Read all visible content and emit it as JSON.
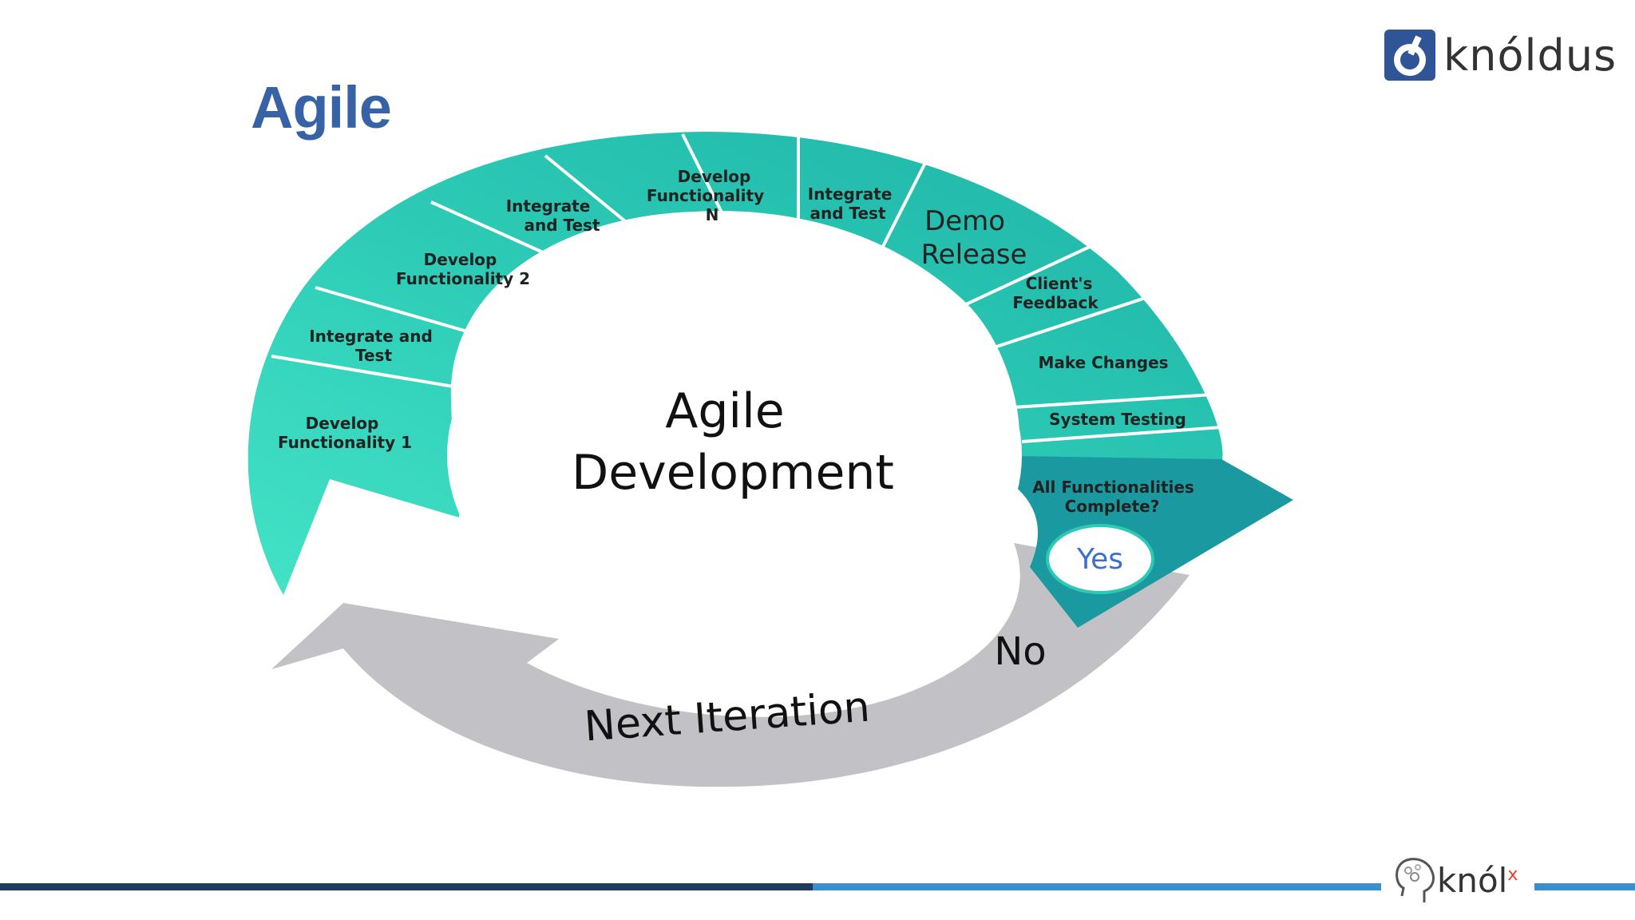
{
  "slide": {
    "title": "Agile"
  },
  "brand": {
    "name": "knóldus",
    "footer_name": "knól",
    "footer_sup": "x"
  },
  "diagram": {
    "center": [
      "Agile",
      "Development"
    ],
    "segments": [
      {
        "lines": [
          "Develop",
          "Functionality 1"
        ]
      },
      {
        "lines": [
          "Integrate and",
          "Test"
        ]
      },
      {
        "lines": [
          "Develop",
          "Functionality 2"
        ]
      },
      {
        "lines": [
          "Integrate",
          "and Test"
        ]
      },
      {
        "lines": [
          "Develop",
          "Functionality",
          "N"
        ]
      },
      {
        "lines": [
          "Integrate",
          "and Test"
        ]
      },
      {
        "lines": [
          "Demo",
          "Release"
        ]
      },
      {
        "lines": [
          "Client's",
          "Feedback"
        ]
      },
      {
        "lines": [
          "Make Changes"
        ]
      },
      {
        "lines": [
          "System Testing"
        ]
      },
      {
        "lines": [
          "All Functionalities",
          "Complete?"
        ]
      }
    ],
    "yes_label": "Yes",
    "no_label": "No",
    "loop_label": "Next Iteration",
    "colors": {
      "teal_light": "#3ddcc1",
      "teal_mid": "#26bfae",
      "teal_dark": "#1a9aa0",
      "grey": "#c2c2c6"
    }
  }
}
